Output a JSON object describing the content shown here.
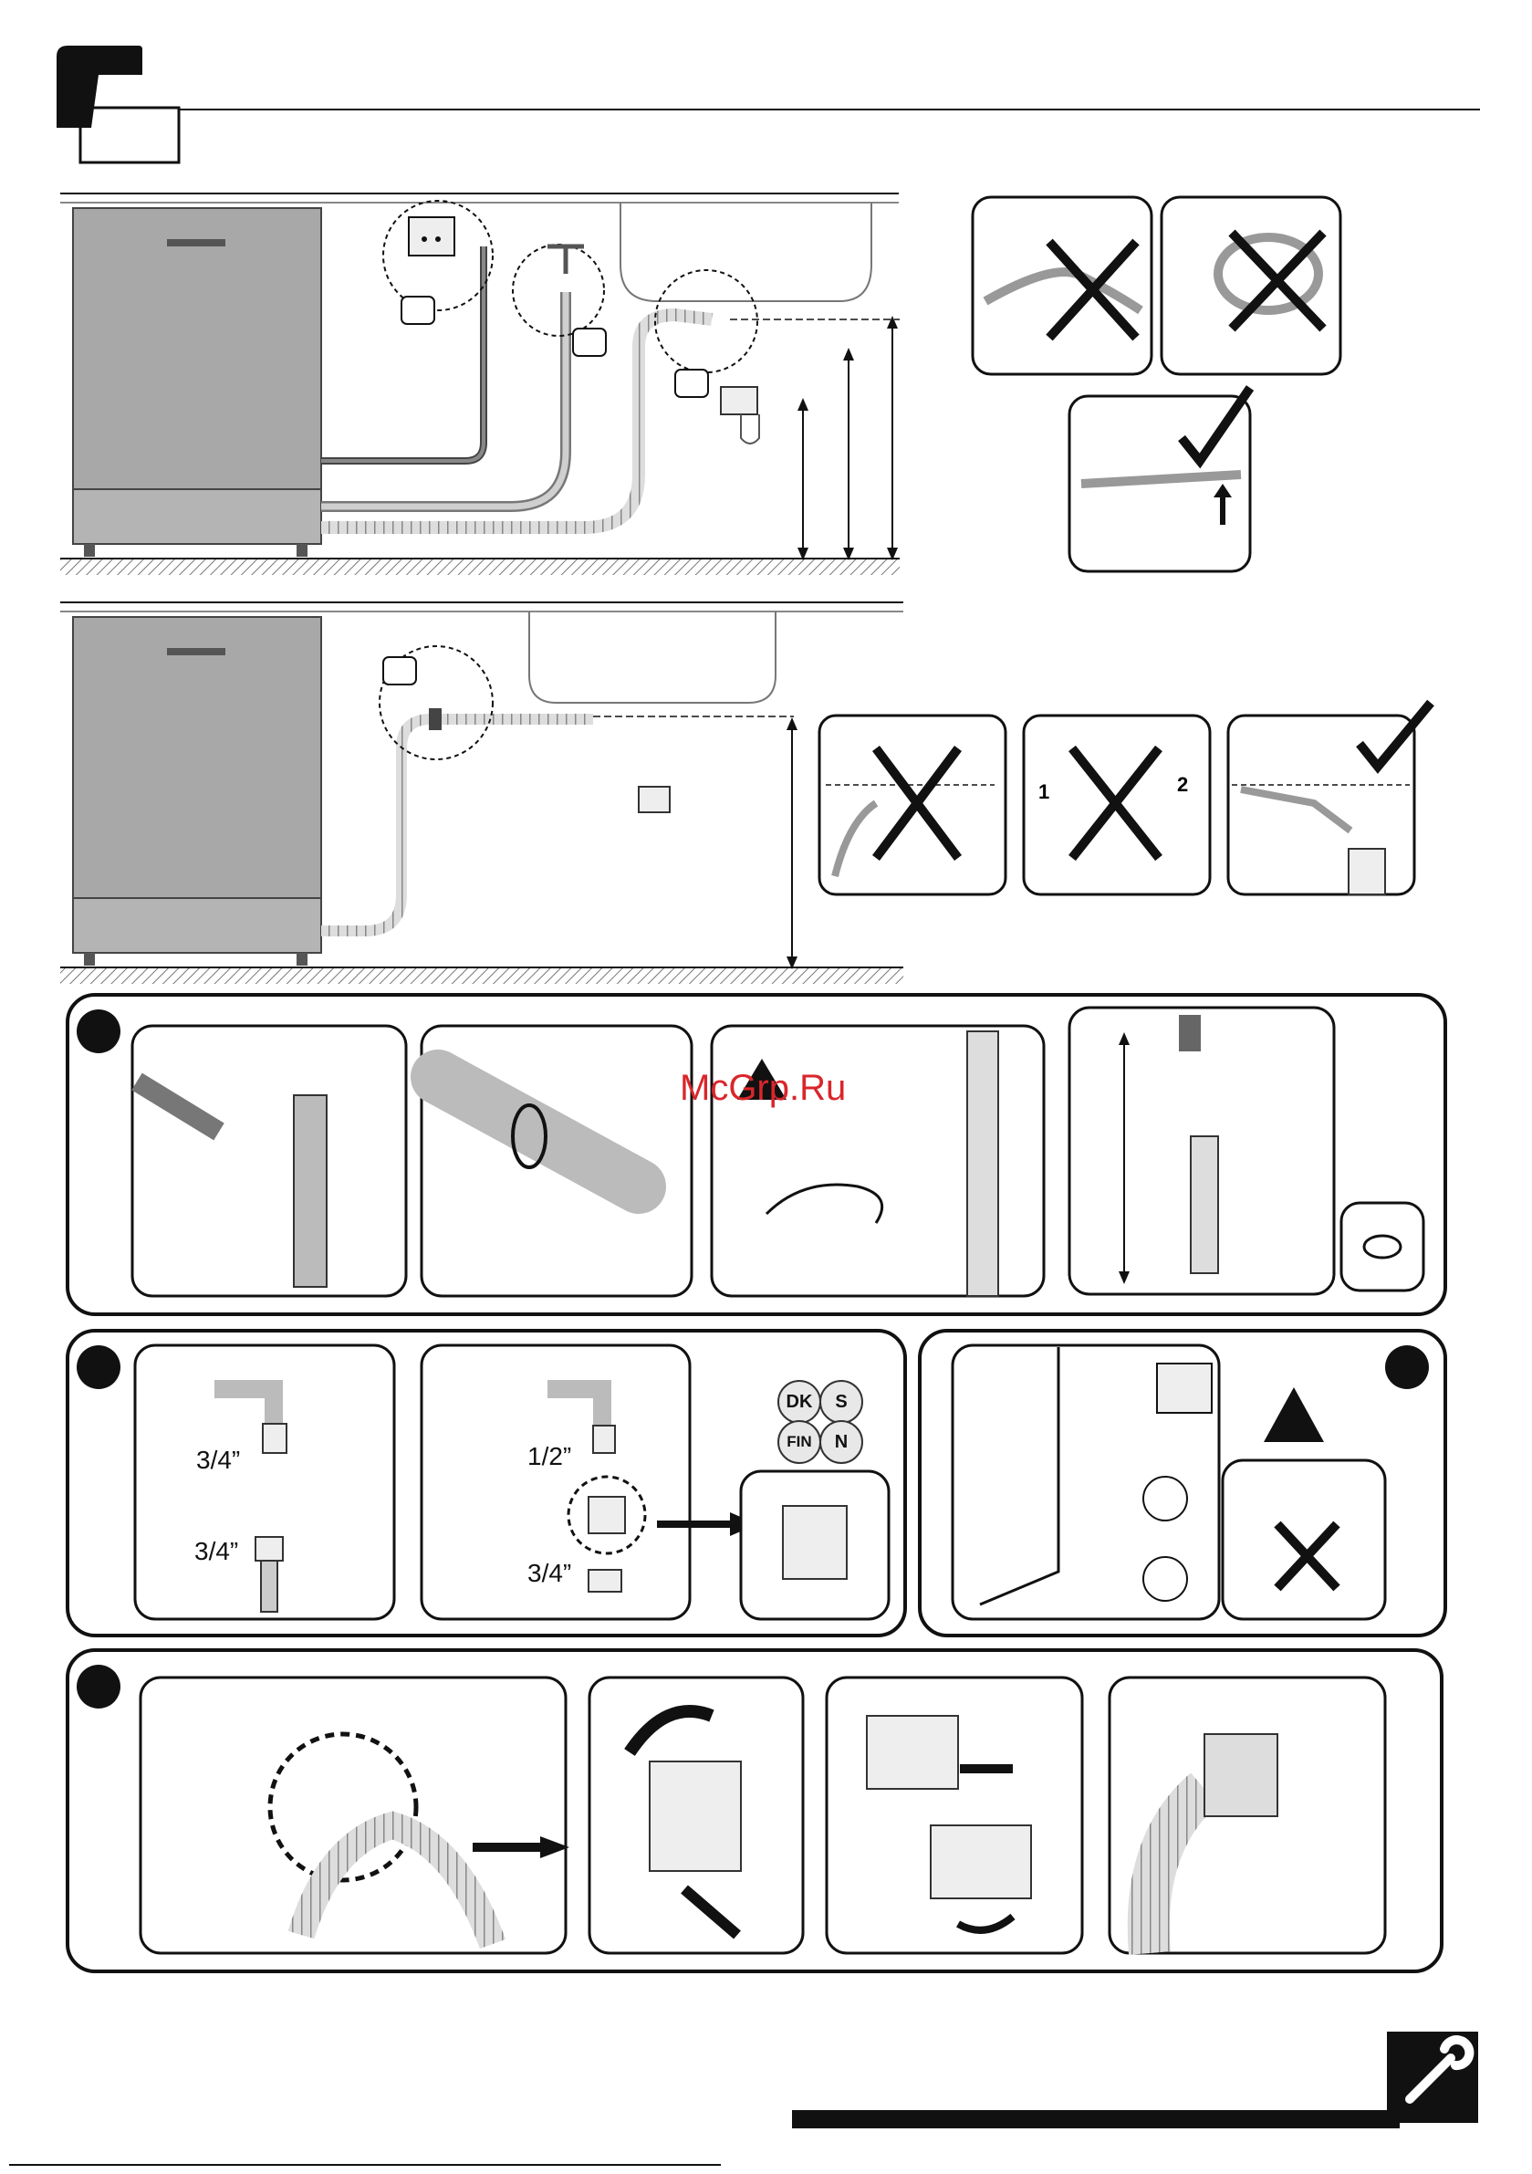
{
  "watermark": "McGrp.Ru",
  "thread_labels": {
    "tap_a": "3/4”",
    "hose_a": "3/4”",
    "tap_b": "1/2”",
    "hose_b": "3/4”"
  },
  "country_badges": [
    "DK",
    "S",
    "FIN",
    "N"
  ],
  "hose_variants": {
    "left": "1",
    "right": "2"
  },
  "icons": [
    "corner-tab-icon",
    "wrench-icon",
    "warning-icon",
    "earth-icon",
    "switch-icon",
    "check-icon",
    "cross-icon"
  ],
  "colors": {
    "ink": "#111111",
    "cabinet": "#9a9a9a",
    "floor": "#c8c8c8",
    "accent": "#d9262b"
  }
}
